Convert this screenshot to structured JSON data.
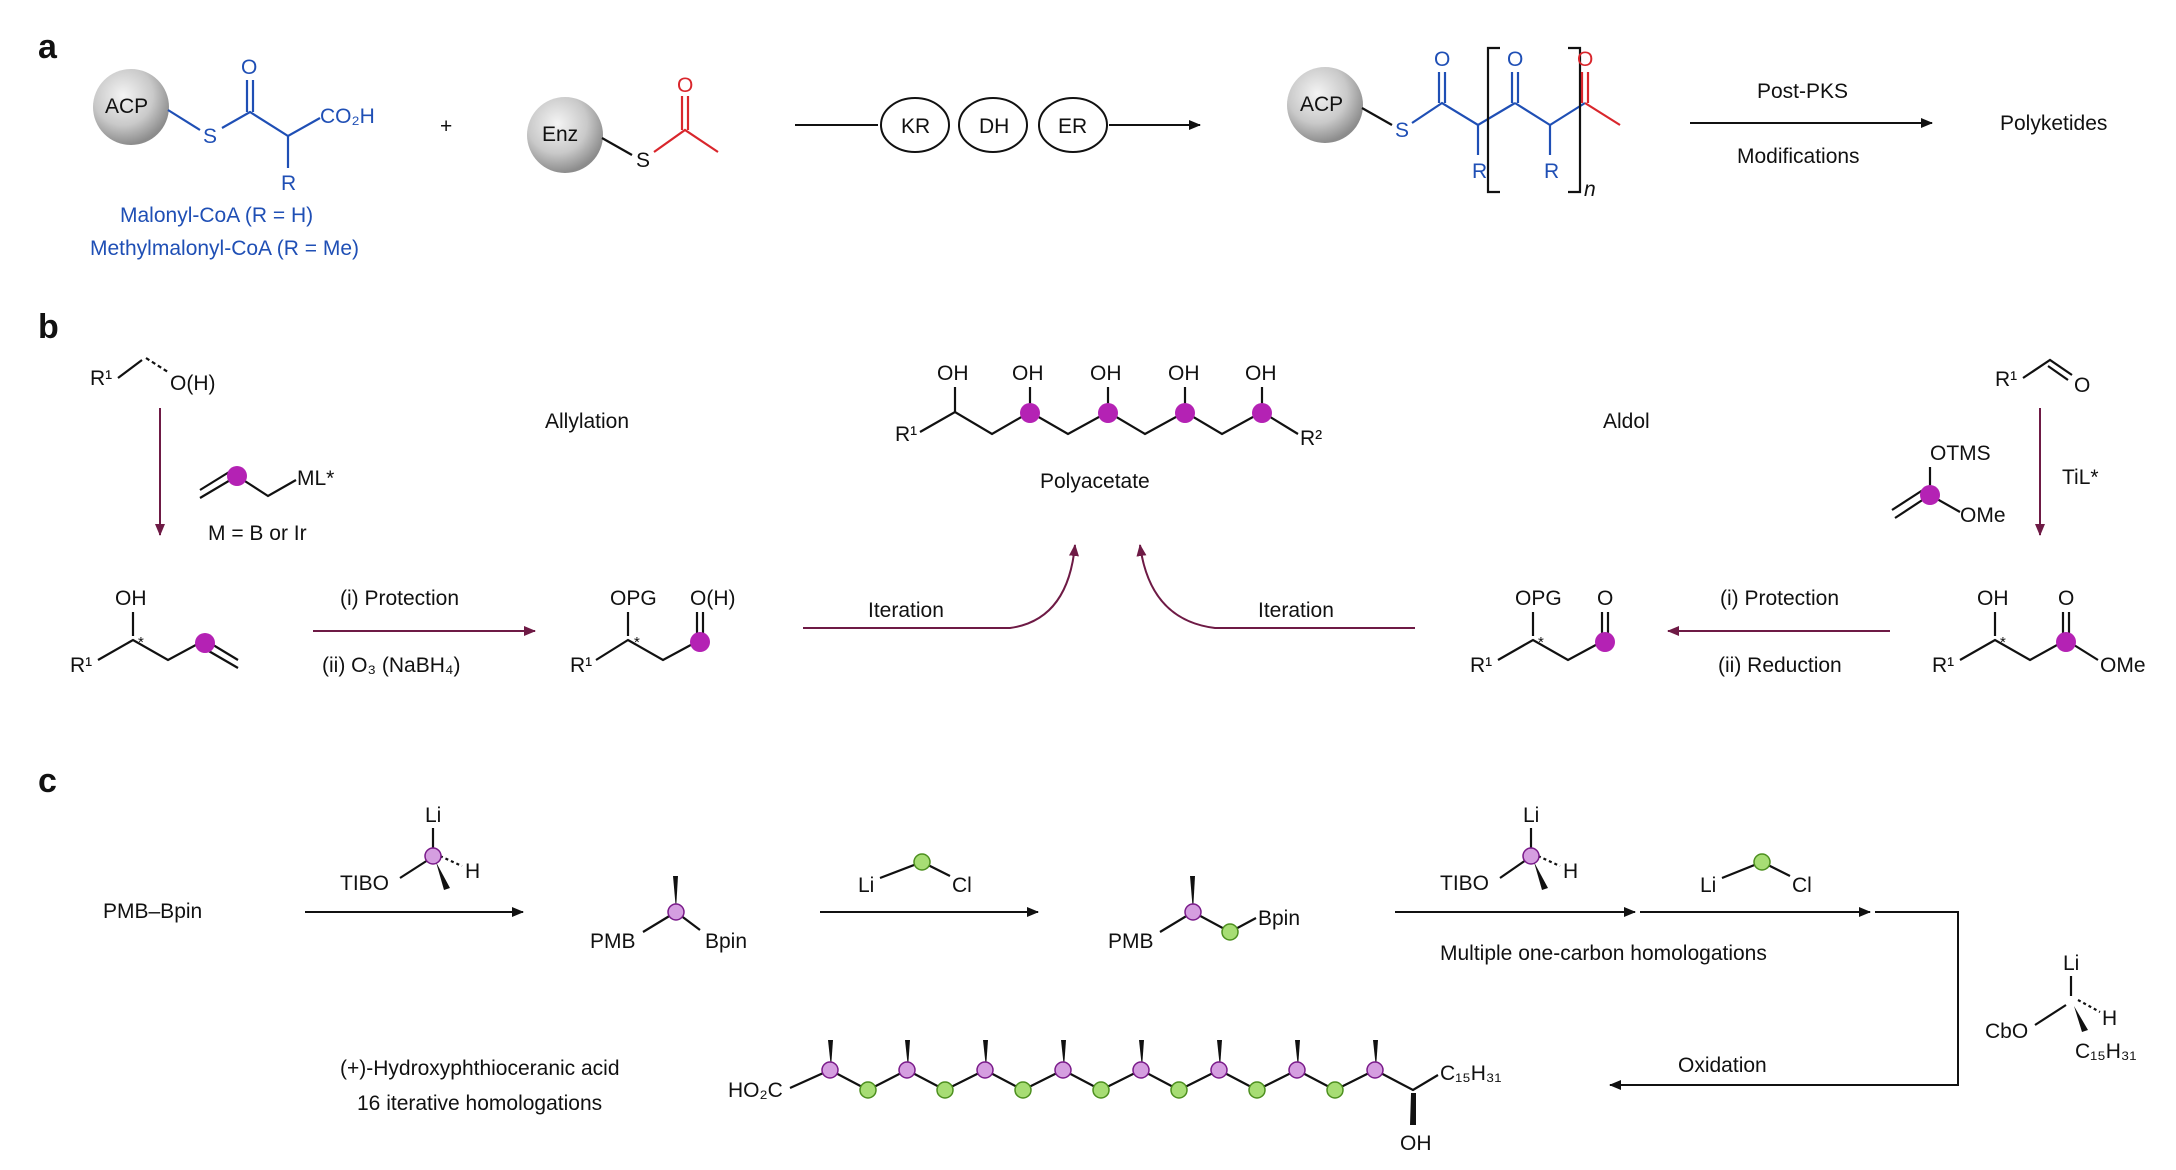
{
  "panels": {
    "a": "a",
    "b": "b",
    "c": "c"
  },
  "colors": {
    "blue": "#1f4fb5",
    "red": "#d9262c",
    "magenta": "#b422b4",
    "green": "#7fc241",
    "maroon": "#6e1a45"
  },
  "panel_a": {
    "acp": "ACP",
    "enz": "Enz",
    "s": "S",
    "o": "O",
    "co2h": "CO₂H",
    "r": "R",
    "plus": "+",
    "malonyl": "Malonyl-CoA (R = H)",
    "methylmalonyl": "Methylmalonyl-CoA (R = Me)",
    "cycle": [
      "KR",
      "DH",
      "ER"
    ],
    "n": "n",
    "post_pks": "Post-PKS",
    "modifications": "Modifications",
    "product": "Polyketides"
  },
  "panel_b": {
    "allylation": "Allylation",
    "aldol": "Aldol",
    "polyacetate": "Polyacetate",
    "oh": "OH",
    "opg": "OPG",
    "oh_paren": "O(H)",
    "o": "O",
    "ome": "OMe",
    "otms": "OTMS",
    "r1": "R¹",
    "r2": "R²",
    "ml": "ML*",
    "m_def": "M = B or Ir",
    "til": "TiL*",
    "protection": "(i) Protection",
    "ozonolysis": "(ii) O₃ (NaBH₄)",
    "reduction": "(ii) Reduction",
    "iteration": "Iteration"
  },
  "panel_c": {
    "start": "PMB–Bpin",
    "tibo": "TIBO",
    "li": "Li",
    "h": "H",
    "cl": "Cl",
    "pmb": "PMB",
    "bpin": "Bpin",
    "multiple": "Multiple one-carbon homologations",
    "oxidation": "Oxidation",
    "cbo": "CbO",
    "c15": "C₁₅H₃₁",
    "ho2c": "HO₂C",
    "oh": "OH",
    "product_name": "(+)-Hydroxyphthioceranic acid",
    "product_note": "16 iterative homologations"
  }
}
